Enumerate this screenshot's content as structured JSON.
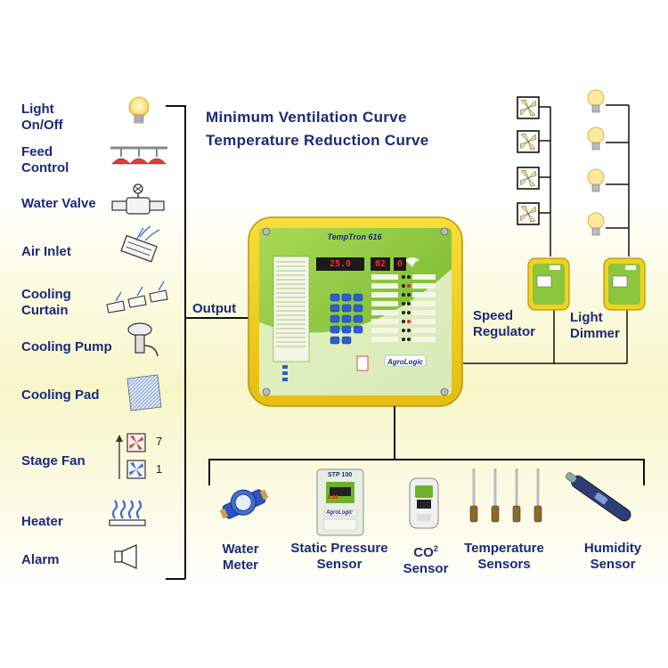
{
  "titles": {
    "line1": "Minimum Ventilation Curve",
    "line2": "Temperature Reduction Curve"
  },
  "outputs": {
    "light_onoff": [
      "Light",
      "On/Off"
    ],
    "feed_control": [
      "Feed",
      "Control"
    ],
    "water_valve": "Water Valve",
    "air_inlet": "Air Inlet",
    "cooling_curtain": [
      "Cooling",
      "Curtain"
    ],
    "cooling_pump": "Cooling Pump",
    "cooling_pad": "Cooling Pad",
    "stage_fan": "Stage Fan",
    "stage_fan_top": "7",
    "stage_fan_bottom": "1",
    "heater": "Heater",
    "alarm": "Alarm"
  },
  "output_label": "Output",
  "controller": {
    "brand": "TempTron 616",
    "logo": "AgroLogic",
    "display_main": "25.0",
    "display_a": "02",
    "display_b": "0"
  },
  "right": {
    "speed_regulator": [
      "Speed",
      "Regulator"
    ],
    "light_dimmer": [
      "Light",
      "Dimmer"
    ]
  },
  "sensors": {
    "water_meter": [
      "Water",
      "Meter"
    ],
    "static_pressure": [
      "Static Pressure",
      "Sensor"
    ],
    "co2_main": "CO",
    "co2_sup": "2",
    "co2_sensor": "Sensor",
    "temperature": [
      "Temperature",
      "Sensors"
    ],
    "humidity": [
      "Humidity",
      "Sensor"
    ],
    "stp_label": "STP 100",
    "stp_logo": "AgroLogic"
  },
  "colors": {
    "text": "#1b2a7a",
    "device_yellow": "#f2d21e",
    "device_green": "#8cc63f",
    "led_red": "#ff2a2a"
  }
}
